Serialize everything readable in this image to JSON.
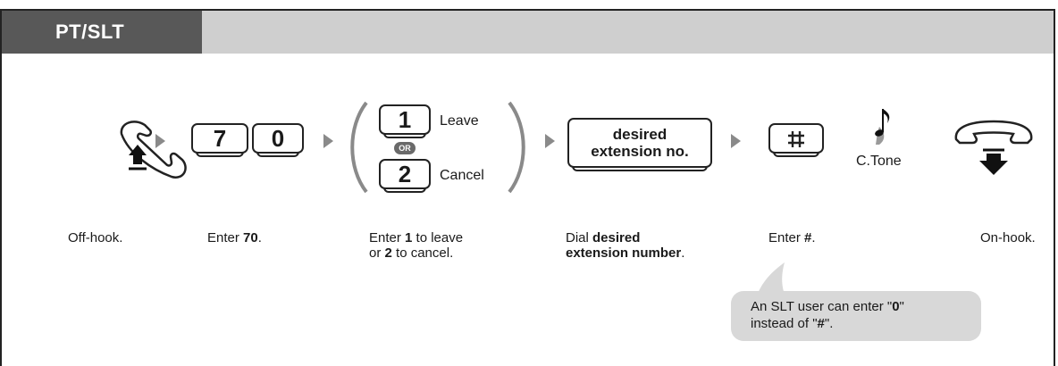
{
  "header": {
    "tab_label": "PT/SLT"
  },
  "steps": {
    "offhook": {
      "caption": "Off-hook."
    },
    "enter70": {
      "key1": "7",
      "key2": "0",
      "caption_pre": "Enter ",
      "caption_bold": "70",
      "caption_post": "."
    },
    "choice": {
      "key1": "1",
      "label1": "Leave",
      "or_text": "OR",
      "key2": "2",
      "label2": "Cancel",
      "caption_l1_pre": "Enter ",
      "caption_l1_bold": "1",
      "caption_l1_post": " to leave",
      "caption_l2_pre": "or ",
      "caption_l2_bold": "2",
      "caption_l2_post": " to cancel."
    },
    "dial": {
      "key_line1": "desired",
      "key_line2": "extension no.",
      "caption_l1_pre": "Dial ",
      "caption_l1_bold": "desired",
      "caption_l2_bold": "extension number",
      "caption_l2_post": "."
    },
    "hash": {
      "caption_pre": "Enter ",
      "caption_bold": "#",
      "caption_post": "."
    },
    "tone": {
      "label": "C.Tone"
    },
    "onhook": {
      "caption": "On-hook."
    }
  },
  "note": {
    "l1_pre": "An SLT user can enter \"",
    "l1_bold": "0",
    "l1_post": "\"",
    "l2_pre": "instead of \"",
    "l2_bold": "#",
    "l2_post": "\"."
  }
}
